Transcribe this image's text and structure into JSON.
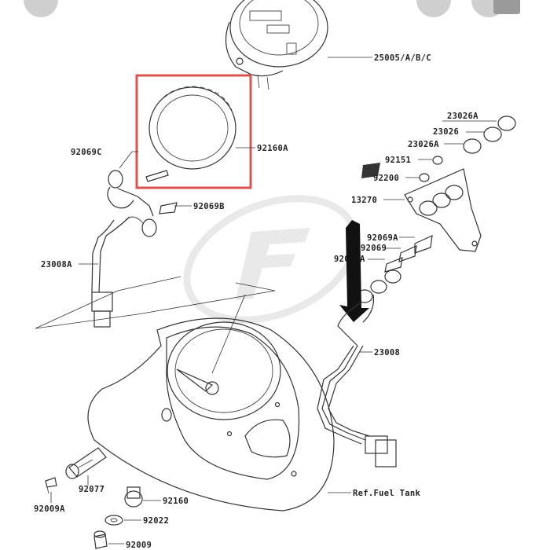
{
  "parts": {
    "speedometer": "25005/A/B/C",
    "meter_ring": "92160A",
    "screw_c": "92069C",
    "bulb_b": "92069B",
    "harness_left": "23008A",
    "cap_a_top": "23026A",
    "cap_mid": "23026",
    "cap_a_low": "23026A",
    "bolt": "92151",
    "washer": "92200",
    "bracket": "13270",
    "bulb_a_top": "92069A",
    "bulb_mid": "92069",
    "bulb_a_low": "92069A",
    "harness_right": "23008",
    "knob": "92077",
    "screw_a": "92009A",
    "grommet": "92160",
    "washer_low": "92022",
    "screw_low": "92009",
    "fuel_tank_ref": "Ref.Fuel Tank"
  },
  "colors": {
    "highlight_box": "#d9534f",
    "watermark": "#d8d8d8"
  },
  "icons": [
    "watermark-logo-icon",
    "overlay-circle-icon"
  ]
}
